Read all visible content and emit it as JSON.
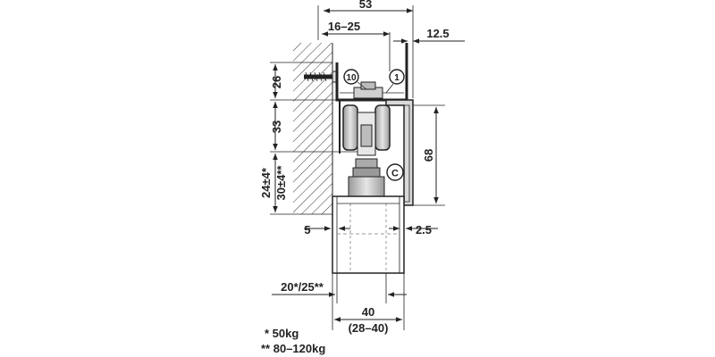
{
  "dimensions": {
    "top_width": "53",
    "top_range": "16–25",
    "top_right": "12.5",
    "left_top": "26",
    "left_mid": "33",
    "left_low_a": "24±4*",
    "left_low_b": "30±4**",
    "right_height": "68",
    "left_gap": "5",
    "right_gap": "2.5",
    "door_thickness": "20*/25**",
    "bottom_width": "40",
    "bottom_range": "(28–40)"
  },
  "markers": {
    "marker_10": "10",
    "marker_1": "1",
    "marker_c": "C"
  },
  "notes": {
    "single_star": "* 50kg",
    "double_star": "** 80–120kg"
  }
}
